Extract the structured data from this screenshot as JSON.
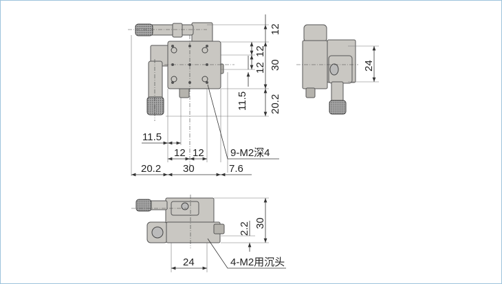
{
  "top_view": {
    "dims_vertical": [
      "12",
      "12",
      "30",
      "12",
      "11.5",
      "20.2"
    ],
    "dims_horizontal": [
      "11.5",
      "12",
      "12",
      "20.2",
      "30",
      "7.6"
    ],
    "callout": "9-M2深4"
  },
  "side_view": {
    "dim": "24"
  },
  "front_view": {
    "dims": [
      "30",
      "2.2",
      "24"
    ],
    "callout": "4-M2用沉头"
  }
}
